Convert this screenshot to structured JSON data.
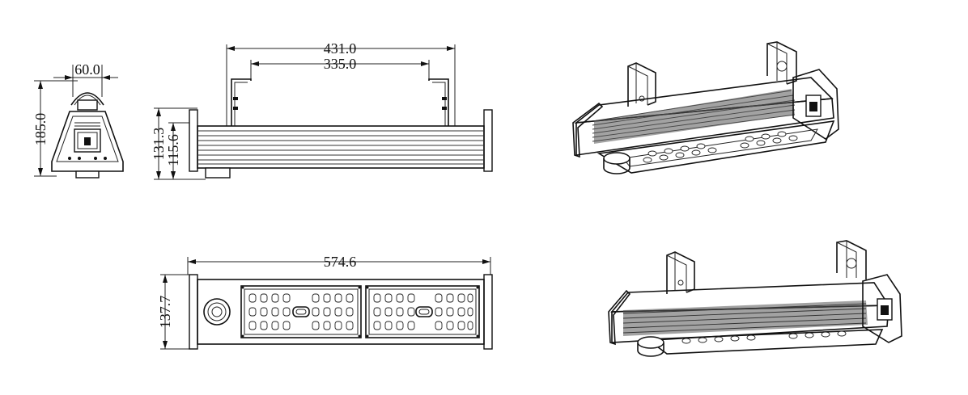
{
  "dimensions": {
    "side_width": "60.0",
    "side_height": "185.0",
    "bracket_outer": "431.0",
    "bracket_inner": "335.0",
    "front_height": "131.3",
    "front_body_height": "115.6",
    "total_length": "574.6",
    "bottom_width": "137.7"
  },
  "colors": {
    "line": "#111111",
    "background": "#ffffff"
  }
}
